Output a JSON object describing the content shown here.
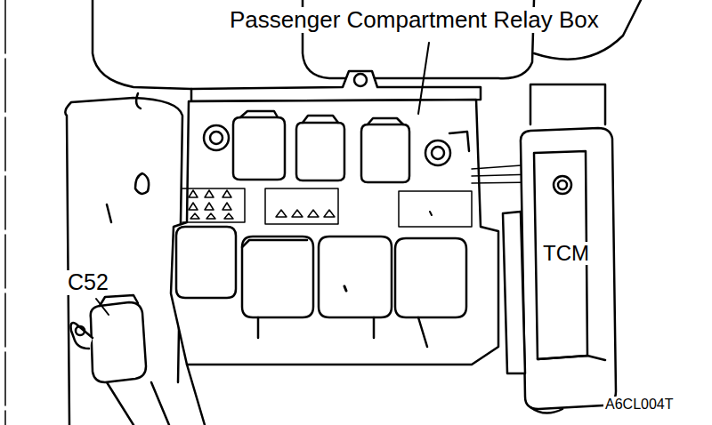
{
  "diagram": {
    "labels": [
      "Passenger Compartment Relay Box",
      "C52",
      "TCM",
      "A6CL004T"
    ]
  }
}
